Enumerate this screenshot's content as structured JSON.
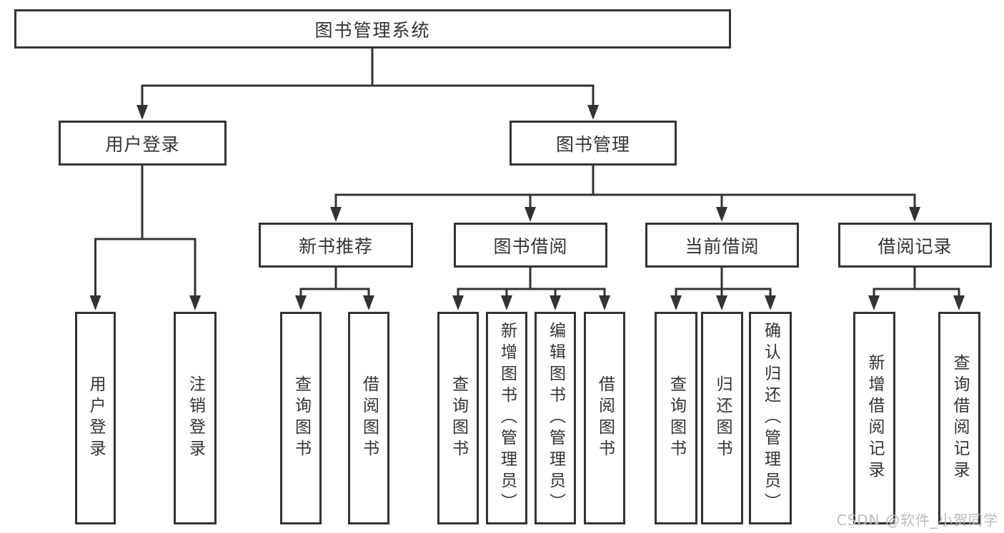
{
  "diagram": {
    "type": "hierarchy-tree",
    "tree": {
      "root": {
        "label": "图书管理系统",
        "children": [
          {
            "label": "用户登录",
            "children": [
              {
                "label": "用户登录"
              },
              {
                "label": "注销登录"
              }
            ]
          },
          {
            "label": "图书管理",
            "children": [
              {
                "label": "新书推荐",
                "children": [
                  {
                    "label": "查询图书"
                  },
                  {
                    "label": "借阅图书"
                  }
                ]
              },
              {
                "label": "图书借阅",
                "children": [
                  {
                    "label": "查询图书"
                  },
                  {
                    "label": "新增图书（管理员）"
                  },
                  {
                    "label": "编辑图书（管理员）"
                  },
                  {
                    "label": "借阅图书"
                  }
                ]
              },
              {
                "label": "当前借阅",
                "children": [
                  {
                    "label": "查询图书"
                  },
                  {
                    "label": "归还图书"
                  },
                  {
                    "label": "确认归还（管理员）"
                  }
                ]
              },
              {
                "label": "借阅记录",
                "children": [
                  {
                    "label": "新增借阅记录"
                  },
                  {
                    "label": "查询借阅记录"
                  }
                ]
              }
            ]
          }
        ]
      }
    },
    "colors": {
      "line": "#333333",
      "box_border": "#333333",
      "text": "#333333",
      "background": "#ffffff",
      "watermark": "#bcbcbc"
    }
  },
  "watermark": {
    "text": "CSDN @软件_小贺同学"
  }
}
